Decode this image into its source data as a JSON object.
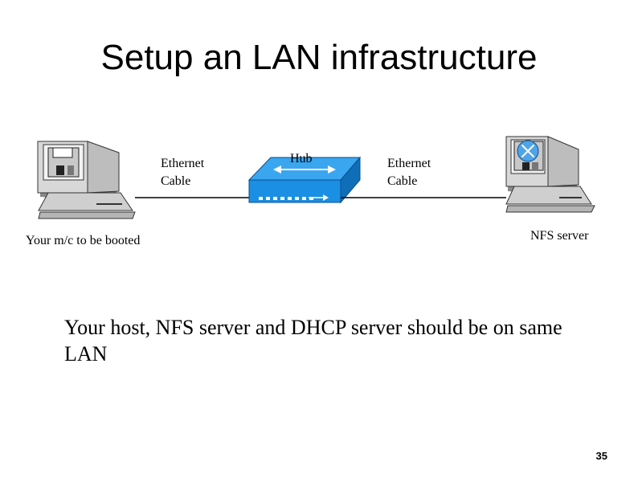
{
  "slide": {
    "title": "Setup an LAN infrastructure",
    "page_number": "35"
  },
  "diagram": {
    "left_computer_label": "Your m/c to be booted",
    "left_cable_label_line1": "Ethernet",
    "left_cable_label_line2": "Cable",
    "hub_label": "Hub",
    "right_cable_label_line1": "Ethernet",
    "right_cable_label_line2": "Cable",
    "right_computer_label": "NFS server",
    "hub_color": "#1a8fe3"
  },
  "note": {
    "text": "Your host, NFS server and DHCP server should be on same LAN"
  }
}
